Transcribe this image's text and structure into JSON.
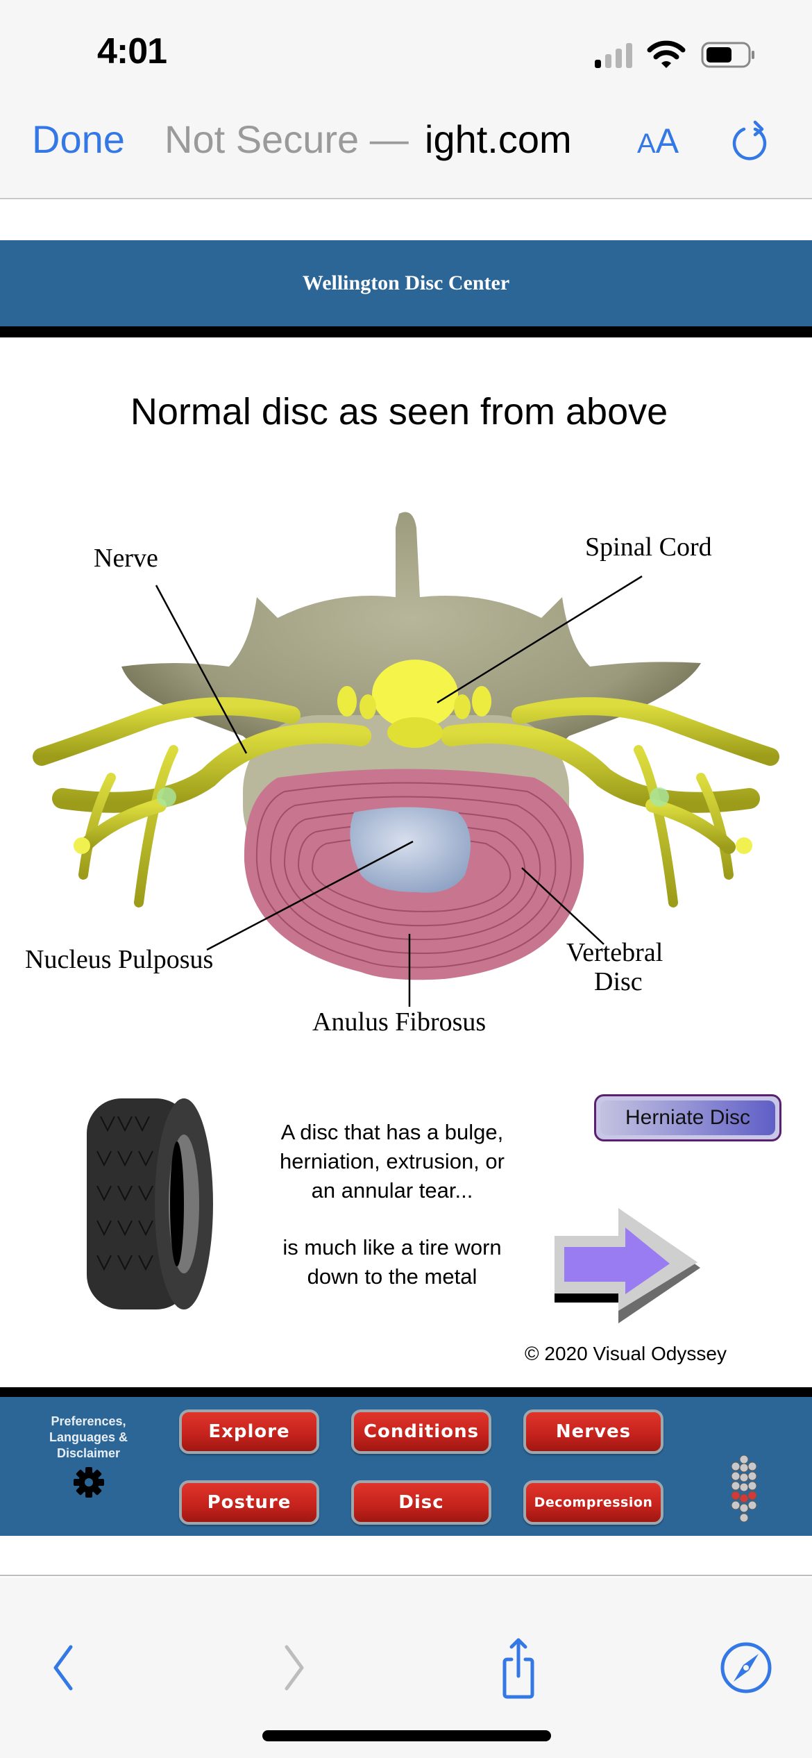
{
  "status_bar": {
    "time": "4:01",
    "signal_icon": "cellular-signal-icon",
    "wifi_icon": "wifi-icon",
    "battery_icon": "battery-icon"
  },
  "browser": {
    "done_label": "Done",
    "address_prefix": "Not Secure — ",
    "address_host": "ight.com",
    "reader_label_small": "A",
    "reader_label_large": "A",
    "reload_icon": "reload-icon",
    "toolbar": {
      "back_icon": "chevron-left-icon",
      "forward_icon": "chevron-right-icon",
      "share_icon": "share-icon",
      "compass_icon": "compass-icon"
    }
  },
  "header": {
    "title": "Wellington Disc Center"
  },
  "main": {
    "title": "Normal disc as seen from above",
    "diagram_labels": {
      "nerve": "Nerve",
      "spinal_cord": "Spinal Cord",
      "nucleus_pulposus": "Nucleus Pulposus",
      "vertebral_disc_line1": "Vertebral",
      "vertebral_disc_line2": "Disc",
      "anulus_fibrosus": "Anulus Fibrosus"
    },
    "explanation": {
      "line1": "A disc that has a bulge,",
      "line2": "herniation, extrusion, or",
      "line3": "an annular tear...",
      "line4": "is much like a tire worn",
      "line5": "down to the metal"
    },
    "herniate_button": "Herniate Disc",
    "copyright": "© 2020 Visual Odyssey"
  },
  "footer": {
    "prefs_line1": "Preferences,",
    "prefs_line2": "Languages &",
    "prefs_line3": "Disclaimer",
    "nav": [
      {
        "label": "Explore"
      },
      {
        "label": "Conditions"
      },
      {
        "label": "Nerves"
      },
      {
        "label": "Posture"
      },
      {
        "label": "Disc"
      },
      {
        "label": "Decompression"
      }
    ]
  },
  "colors": {
    "brand_blue": "#2c6696",
    "ios_blue": "#3478e5",
    "nav_red": "#c4221c",
    "herniate_purple": "#5f5ec6"
  }
}
